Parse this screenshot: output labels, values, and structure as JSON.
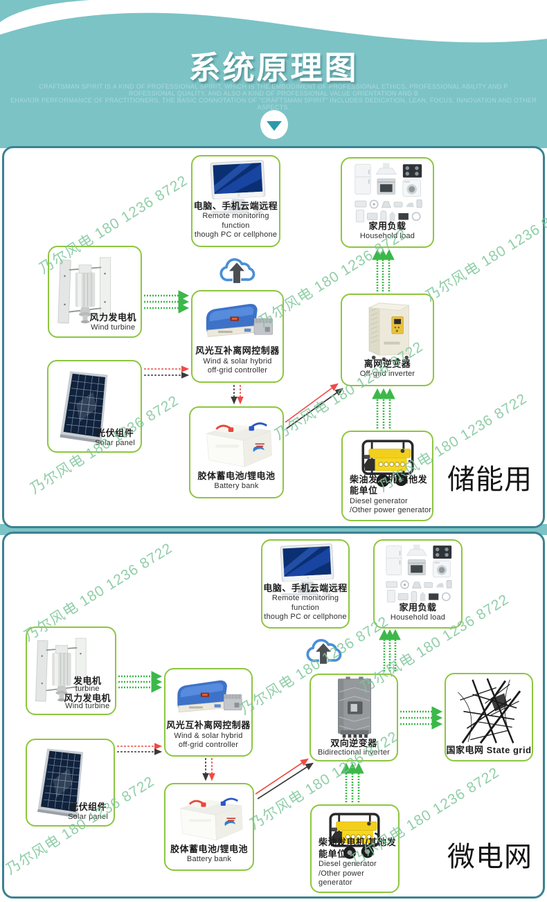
{
  "header": {
    "title": "系统原理图",
    "subtitle": [
      "CRAFTSMAN SPIRIT IS A KIND OF PROFESSIONAL SPIRIT, WHICH IS THE EMBODIMENT OF PROFESSIONAL ETHICS, PROFESSIONAL ABILITY AND P",
      "ROFESSIONAL QUALITY, AND ALSO A KIND OF PROFESSIONAL VALUE ORIENTATION AND B",
      "EHAVIOR PERFORMANCE OF PRACTITIONERS. THE BASIC CONNOTATION OF \"CRAFTSMAN SPIRIT\" INCLUDES DEDICATION, LEAN, FOCUS, INNOVATION AND OTHER ASPECTS."
    ]
  },
  "watermark_text": "乃尔风电 180 1236 8722",
  "colors": {
    "header_teal": "#7cc3c6",
    "panel_border": "#3b8291",
    "box_border": "#8dc63f",
    "arrow_green": "#3cb84a",
    "arrow_red": "#ef4b45",
    "arrow_black": "#3a3a3a",
    "watermark_green": "#7dc699",
    "triangle_teal": "#2a9aab"
  },
  "storage_panel": {
    "section_label": "储能用",
    "remote": {
      "zh": "电脑、手机云端远程",
      "en1": "Remote monitoring function",
      "en2": "though PC or cellphone"
    },
    "household": {
      "zh": "家用负载",
      "en": "Household load"
    },
    "wind": {
      "zh": "风力发电机",
      "en": "Wind turbine"
    },
    "controller": {
      "zh": "风光互补离网控制器",
      "en1": "Wind & solar hybrid",
      "en2": "off-grid controller"
    },
    "solar": {
      "zh": "光伏组件",
      "en": "Solar panel"
    },
    "battery": {
      "zh": "胶体蓄电池/锂电池",
      "en": "Battery bank"
    },
    "inverter": {
      "zh": "离网逆变器",
      "en": "Off-grid inverter"
    },
    "diesel": {
      "zh": "柴油发电机/其他发能单位",
      "en1": "Diesel generator",
      "en2": "/Other power generator"
    }
  },
  "microgrid_panel": {
    "section_label": "微电网",
    "remote": {
      "zh": "电脑、手机云端远程",
      "en1": "Remote monitoring function",
      "en2": "though PC or cellphone"
    },
    "household": {
      "zh": "家用负载",
      "en": "Household load"
    },
    "wind": {
      "zh_overlay": "发电机",
      "en_overlay": "turbine",
      "zh": "风力发电机",
      "en": "Wind turbine"
    },
    "controller": {
      "zh": "风光互补离网控制器",
      "en1": "Wind & solar hybrid",
      "en2": "off-grid controller"
    },
    "solar": {
      "zh": "光伏组件",
      "en": "Solar panel"
    },
    "battery": {
      "zh": "胶体蓄电池/锂电池",
      "en": "Battery bank"
    },
    "inverter": {
      "zh": "双向逆变器",
      "en": "Bidirectional inverter"
    },
    "grid": {
      "label": "国家电网 State grid"
    },
    "diesel": {
      "zh": "柴油发电机/其他发能单位",
      "en1": "Diesel generator",
      "en2": "/Other power generator"
    }
  }
}
